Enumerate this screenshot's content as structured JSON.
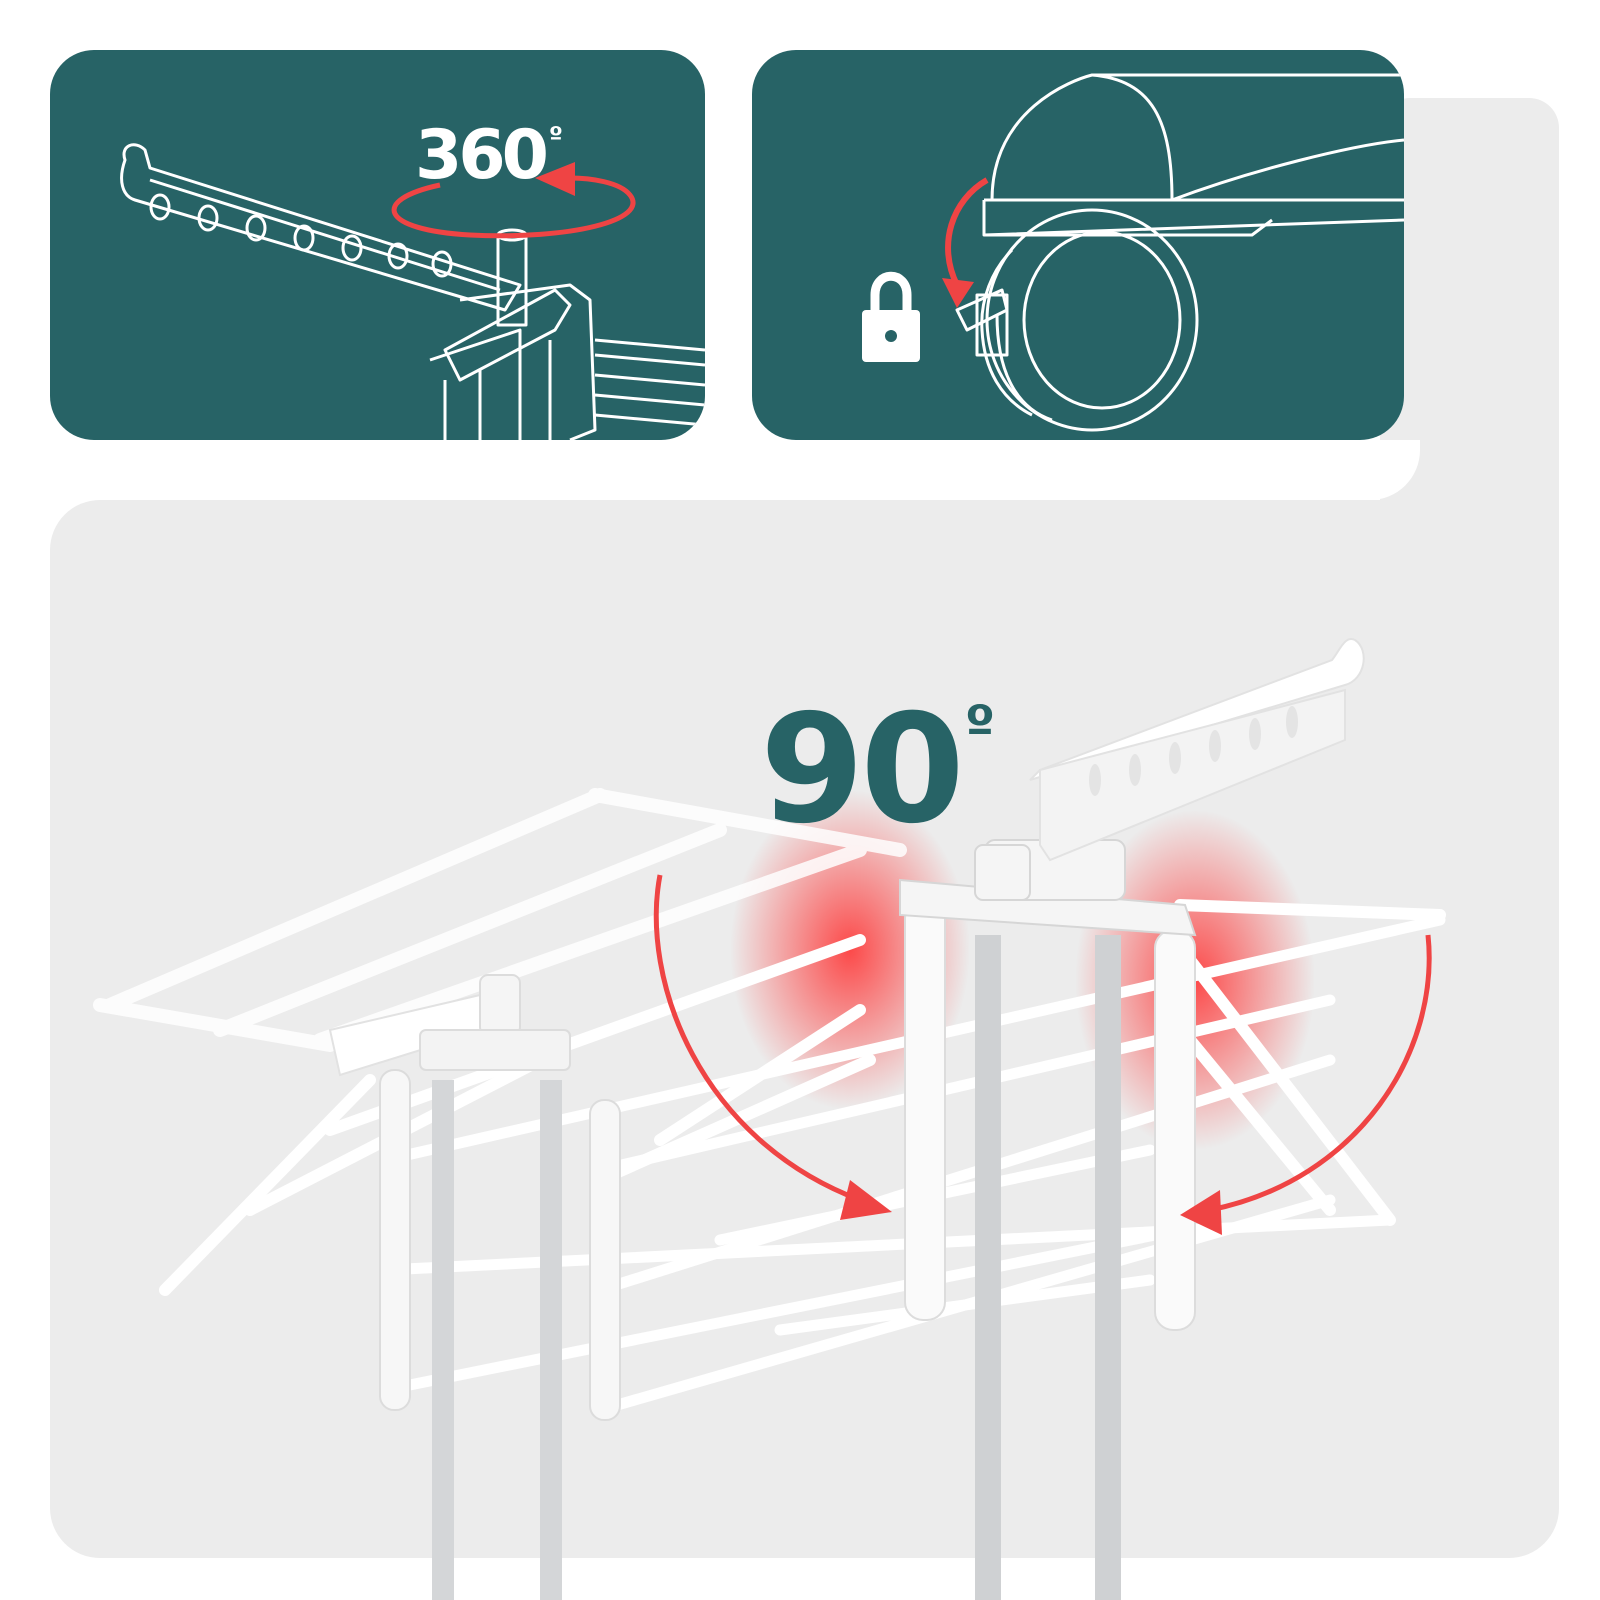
{
  "panels": {
    "rotate": {
      "value": "360",
      "unit": "º",
      "icon": "rotate-arrow-icon"
    },
    "lock": {
      "icon": "lock-icon"
    },
    "fold": {
      "value": "90",
      "unit": "º",
      "icon": "fold-arrows-icon"
    }
  },
  "colors": {
    "teal": "#276366",
    "panel_gray": "#ececec",
    "arrow_red": "#ef4444",
    "line_white": "#ffffff"
  }
}
